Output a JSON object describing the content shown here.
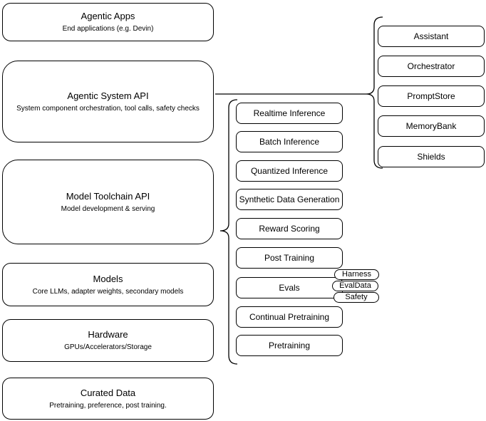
{
  "diagram": {
    "left_column": [
      {
        "title": "Agentic Apps",
        "subtitle": "End applications (e.g. Devin)"
      },
      {
        "title": "Agentic System API",
        "subtitle": "System component orchestration, tool calls, safety checks"
      },
      {
        "title": "Model Toolchain API",
        "subtitle": "Model development & serving"
      },
      {
        "title": "Models",
        "subtitle": "Core LLMs, adapter weights, secondary models"
      },
      {
        "title": "Hardware",
        "subtitle": "GPUs/Accelerators/Storage"
      },
      {
        "title": "Curated Data",
        "subtitle": "Pretraining, preference, post training."
      }
    ],
    "toolchain_components": [
      "Realtime Inference",
      "Batch Inference",
      "Quantized Inference",
      "Synthetic Data Generation",
      "Reward Scoring",
      "Post Training",
      "Evals",
      "Continual Pretraining",
      "Pretraining"
    ],
    "eval_components": [
      "Harness",
      "EvalData",
      "Safety"
    ],
    "system_components": [
      "Assistant",
      "Orchestrator",
      "PromptStore",
      "MemoryBank",
      "Shields"
    ],
    "colors": {
      "stroke": "#000000",
      "fill": "#ffffff",
      "background": "#ffffff"
    }
  }
}
